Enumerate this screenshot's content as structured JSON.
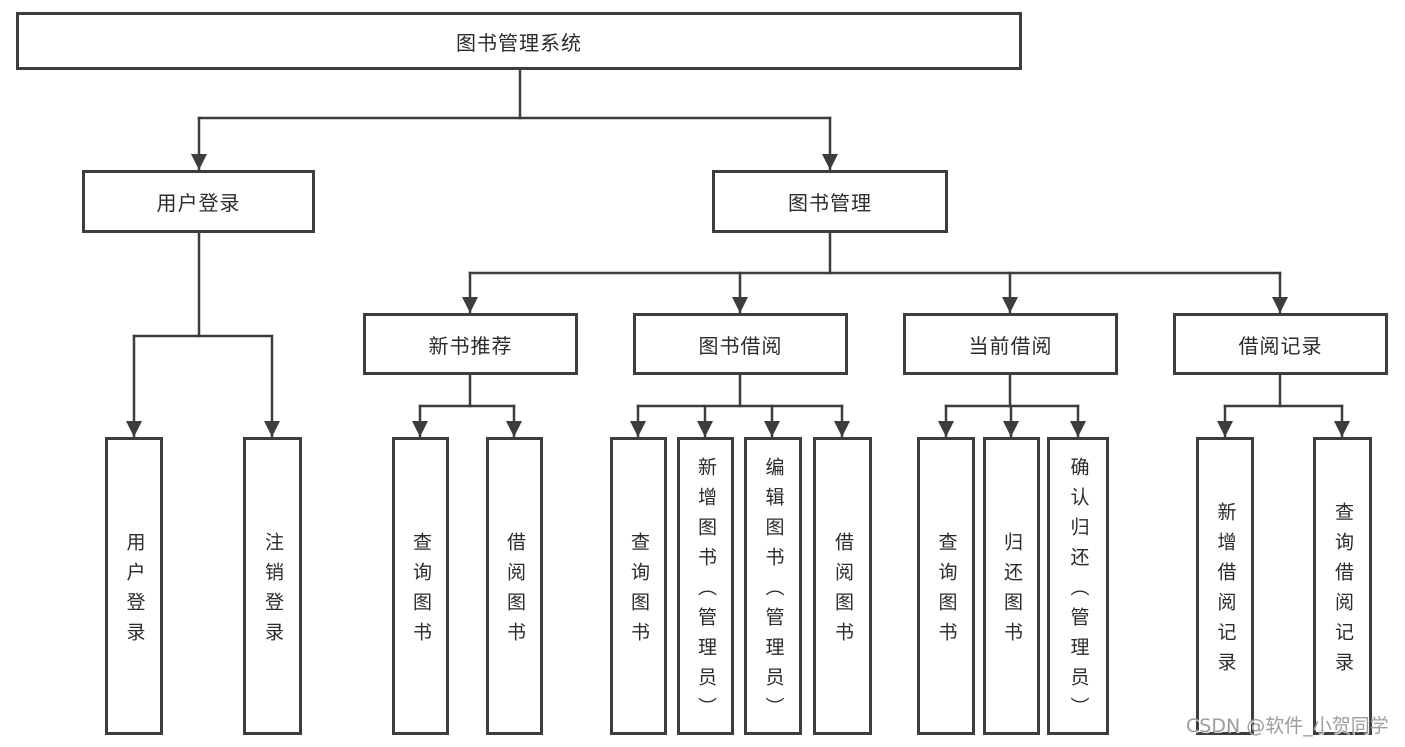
{
  "colors": {
    "border": "#3d3d3d",
    "text": "#2b2b2b",
    "line": "#3d3d3d",
    "watermark": "#9d9d9d",
    "background": "#ffffff"
  },
  "root": {
    "label": "图书管理系统"
  },
  "branches": [
    {
      "label": "用户登录",
      "children": [
        {
          "label": "用户登录"
        },
        {
          "label": "注销登录"
        }
      ]
    },
    {
      "label": "图书管理",
      "groups": [
        {
          "label": "新书推荐",
          "children": [
            {
              "label": "查询图书"
            },
            {
              "label": "借阅图书"
            }
          ]
        },
        {
          "label": "图书借阅",
          "children": [
            {
              "label": "查询图书"
            },
            {
              "label": "新增图书（管理员）"
            },
            {
              "label": "编辑图书（管理员）"
            },
            {
              "label": "借阅图书"
            }
          ]
        },
        {
          "label": "当前借阅",
          "children": [
            {
              "label": "查询图书"
            },
            {
              "label": "归还图书"
            },
            {
              "label": "确认归还（管理员）"
            }
          ]
        },
        {
          "label": "借阅记录",
          "children": [
            {
              "label": "新增借阅记录"
            },
            {
              "label": "查询借阅记录"
            }
          ]
        }
      ]
    }
  ],
  "watermark": {
    "text": "CSDN @软件_小贺同学"
  }
}
